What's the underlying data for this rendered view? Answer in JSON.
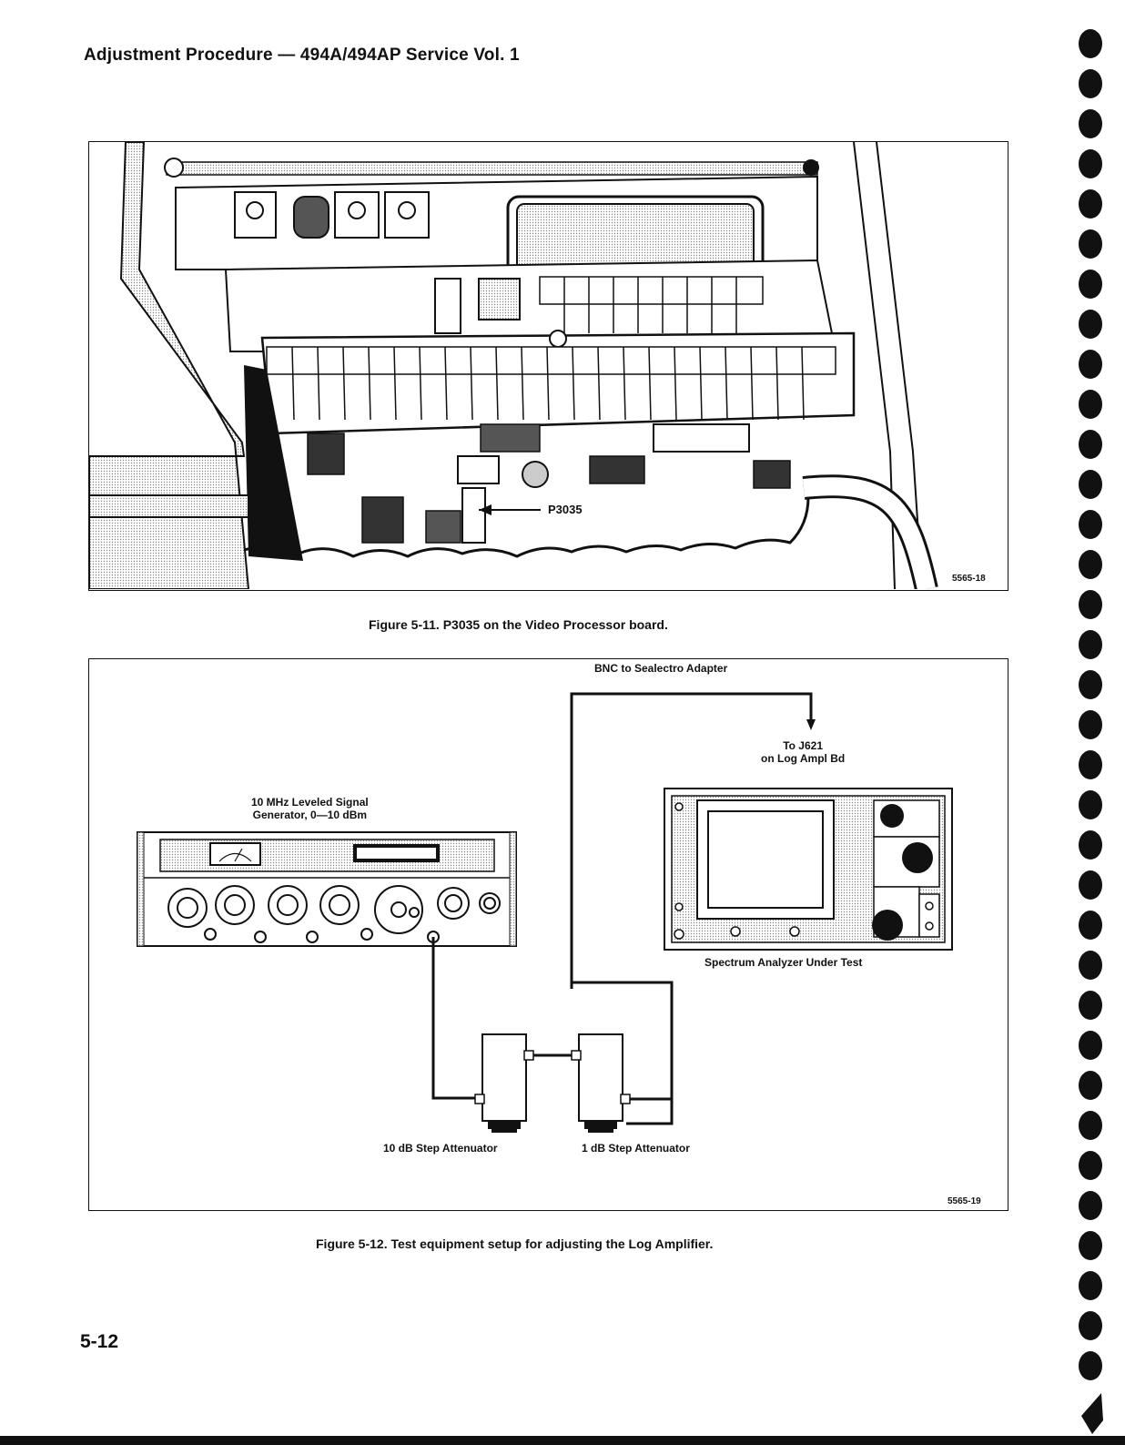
{
  "header": {
    "title": "Adjustment Procedure — 494A/494AP Service Vol. 1"
  },
  "figure1": {
    "callout": "P3035",
    "id": "5565-18",
    "caption": "Figure 5-11.  P3035 on the Video Processor board."
  },
  "figure2": {
    "adapter_label": "BNC to Sealectro Adapter",
    "to_label_line1": "To J621",
    "to_label_line2": "on Log Ampl Bd",
    "generator_line1": "10 MHz Leveled Signal",
    "generator_line2": "Generator, 0—10 dBm",
    "analyzer_label": "Spectrum Analyzer Under Test",
    "atten10_label": "10 dB Step Attenuator",
    "atten1_label": "1 dB Step Attenuator",
    "id": "5565-19",
    "caption": "Figure 5-12.  Test equipment setup for adjusting the Log Amplifier."
  },
  "page": {
    "number": "5-12"
  }
}
